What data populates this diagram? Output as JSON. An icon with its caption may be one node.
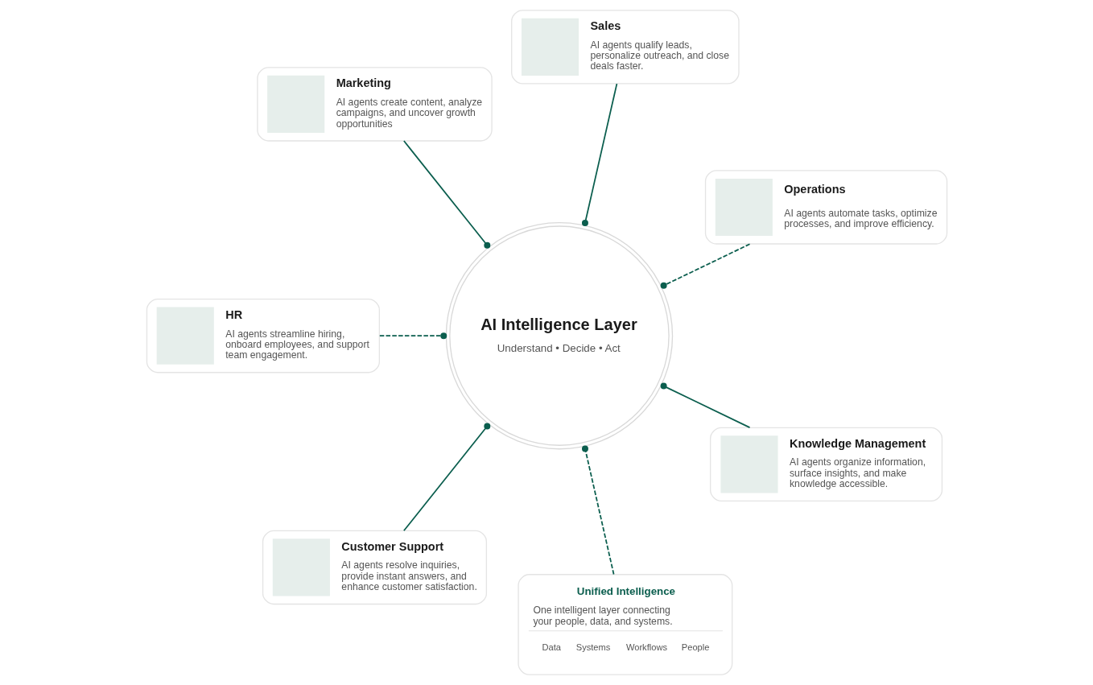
{
  "diagram": {
    "nodes": [
      {
        "text": [
          "Marketing",
          "AI agents create content, analyze campaigns, and uncover growth opportunities"
        ]
      },
      {
        "text": [
          "Sales",
          "AI agents qualify leads, personalize outreach, and close deals faster."
        ]
      },
      {
        "text": [
          "HR",
          "AI agents streamline hiring, onboard employees, and support team engagement."
        ]
      },
      {
        "text": [
          "AI Intelligence Layer",
          "Understand • Decide • Act"
        ]
      },
      {
        "text": [
          "Operations",
          "AI agents automate tasks, optimize processes, and improve efficiency."
        ]
      },
      {
        "text": [
          "Customer Support",
          "AI agents resolve inquiries, provide instant answers, and enhance customer satisfaction."
        ]
      },
      {
        "text": [
          "Knowledge Management",
          "AI agents organize information, surface insights, and make knowledge accessible."
        ]
      },
      {
        "text": [
          "Unified Intelligence",
          "One intelligent layer connecting your people, data, and systems.",
          "Data",
          "Systems",
          "Workflows",
          "People"
        ]
      }
    ],
    "edges": [
      {
        "from": 0,
        "to": 3,
        "arrow": "other"
      },
      {
        "from": 1,
        "to": 3,
        "arrow": "other"
      },
      {
        "from": 2,
        "to": 3,
        "arrow": "other",
        "style": "dashed"
      },
      {
        "from": 4,
        "to": 3,
        "arrow": "other",
        "style": "dashed"
      },
      {
        "from": 5,
        "to": 3,
        "arrow": "other"
      },
      {
        "from": 6,
        "to": 3,
        "arrow": "other"
      },
      {
        "from": 7,
        "to": 3,
        "arrow": "other",
        "style": "dashed"
      }
    ]
  }
}
